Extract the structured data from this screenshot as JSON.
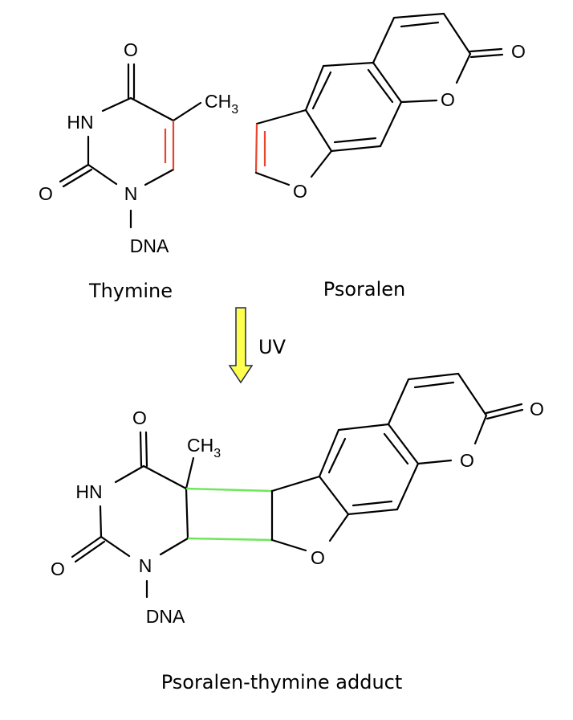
{
  "thymine": {
    "name": "Thymine",
    "atoms": {
      "o_top": "O",
      "hn": "HN",
      "o_left": "O",
      "n": "N",
      "ch3": "CH",
      "ch3_sub": "3",
      "dna": "DNA"
    }
  },
  "psoralen": {
    "name": "Psoralen",
    "atoms": {
      "o_furan": "O",
      "o_ring": "O",
      "o_carbonyl": "O"
    }
  },
  "arrow": {
    "label": "UV",
    "fill": "#ffff4d",
    "stroke": "#1f2a55"
  },
  "adduct": {
    "name": "Psoralen-thymine adduct",
    "atoms": {
      "o_top": "O",
      "hn": "HN",
      "o_left": "O",
      "n": "N",
      "ch3": "CH",
      "ch3_sub": "3",
      "dna": "DNA",
      "o_furan": "O",
      "o_ring": "O",
      "o_carbonyl": "O"
    }
  },
  "colors": {
    "reactive_bond": "#e8452c",
    "new_bond": "#6fe65a"
  }
}
